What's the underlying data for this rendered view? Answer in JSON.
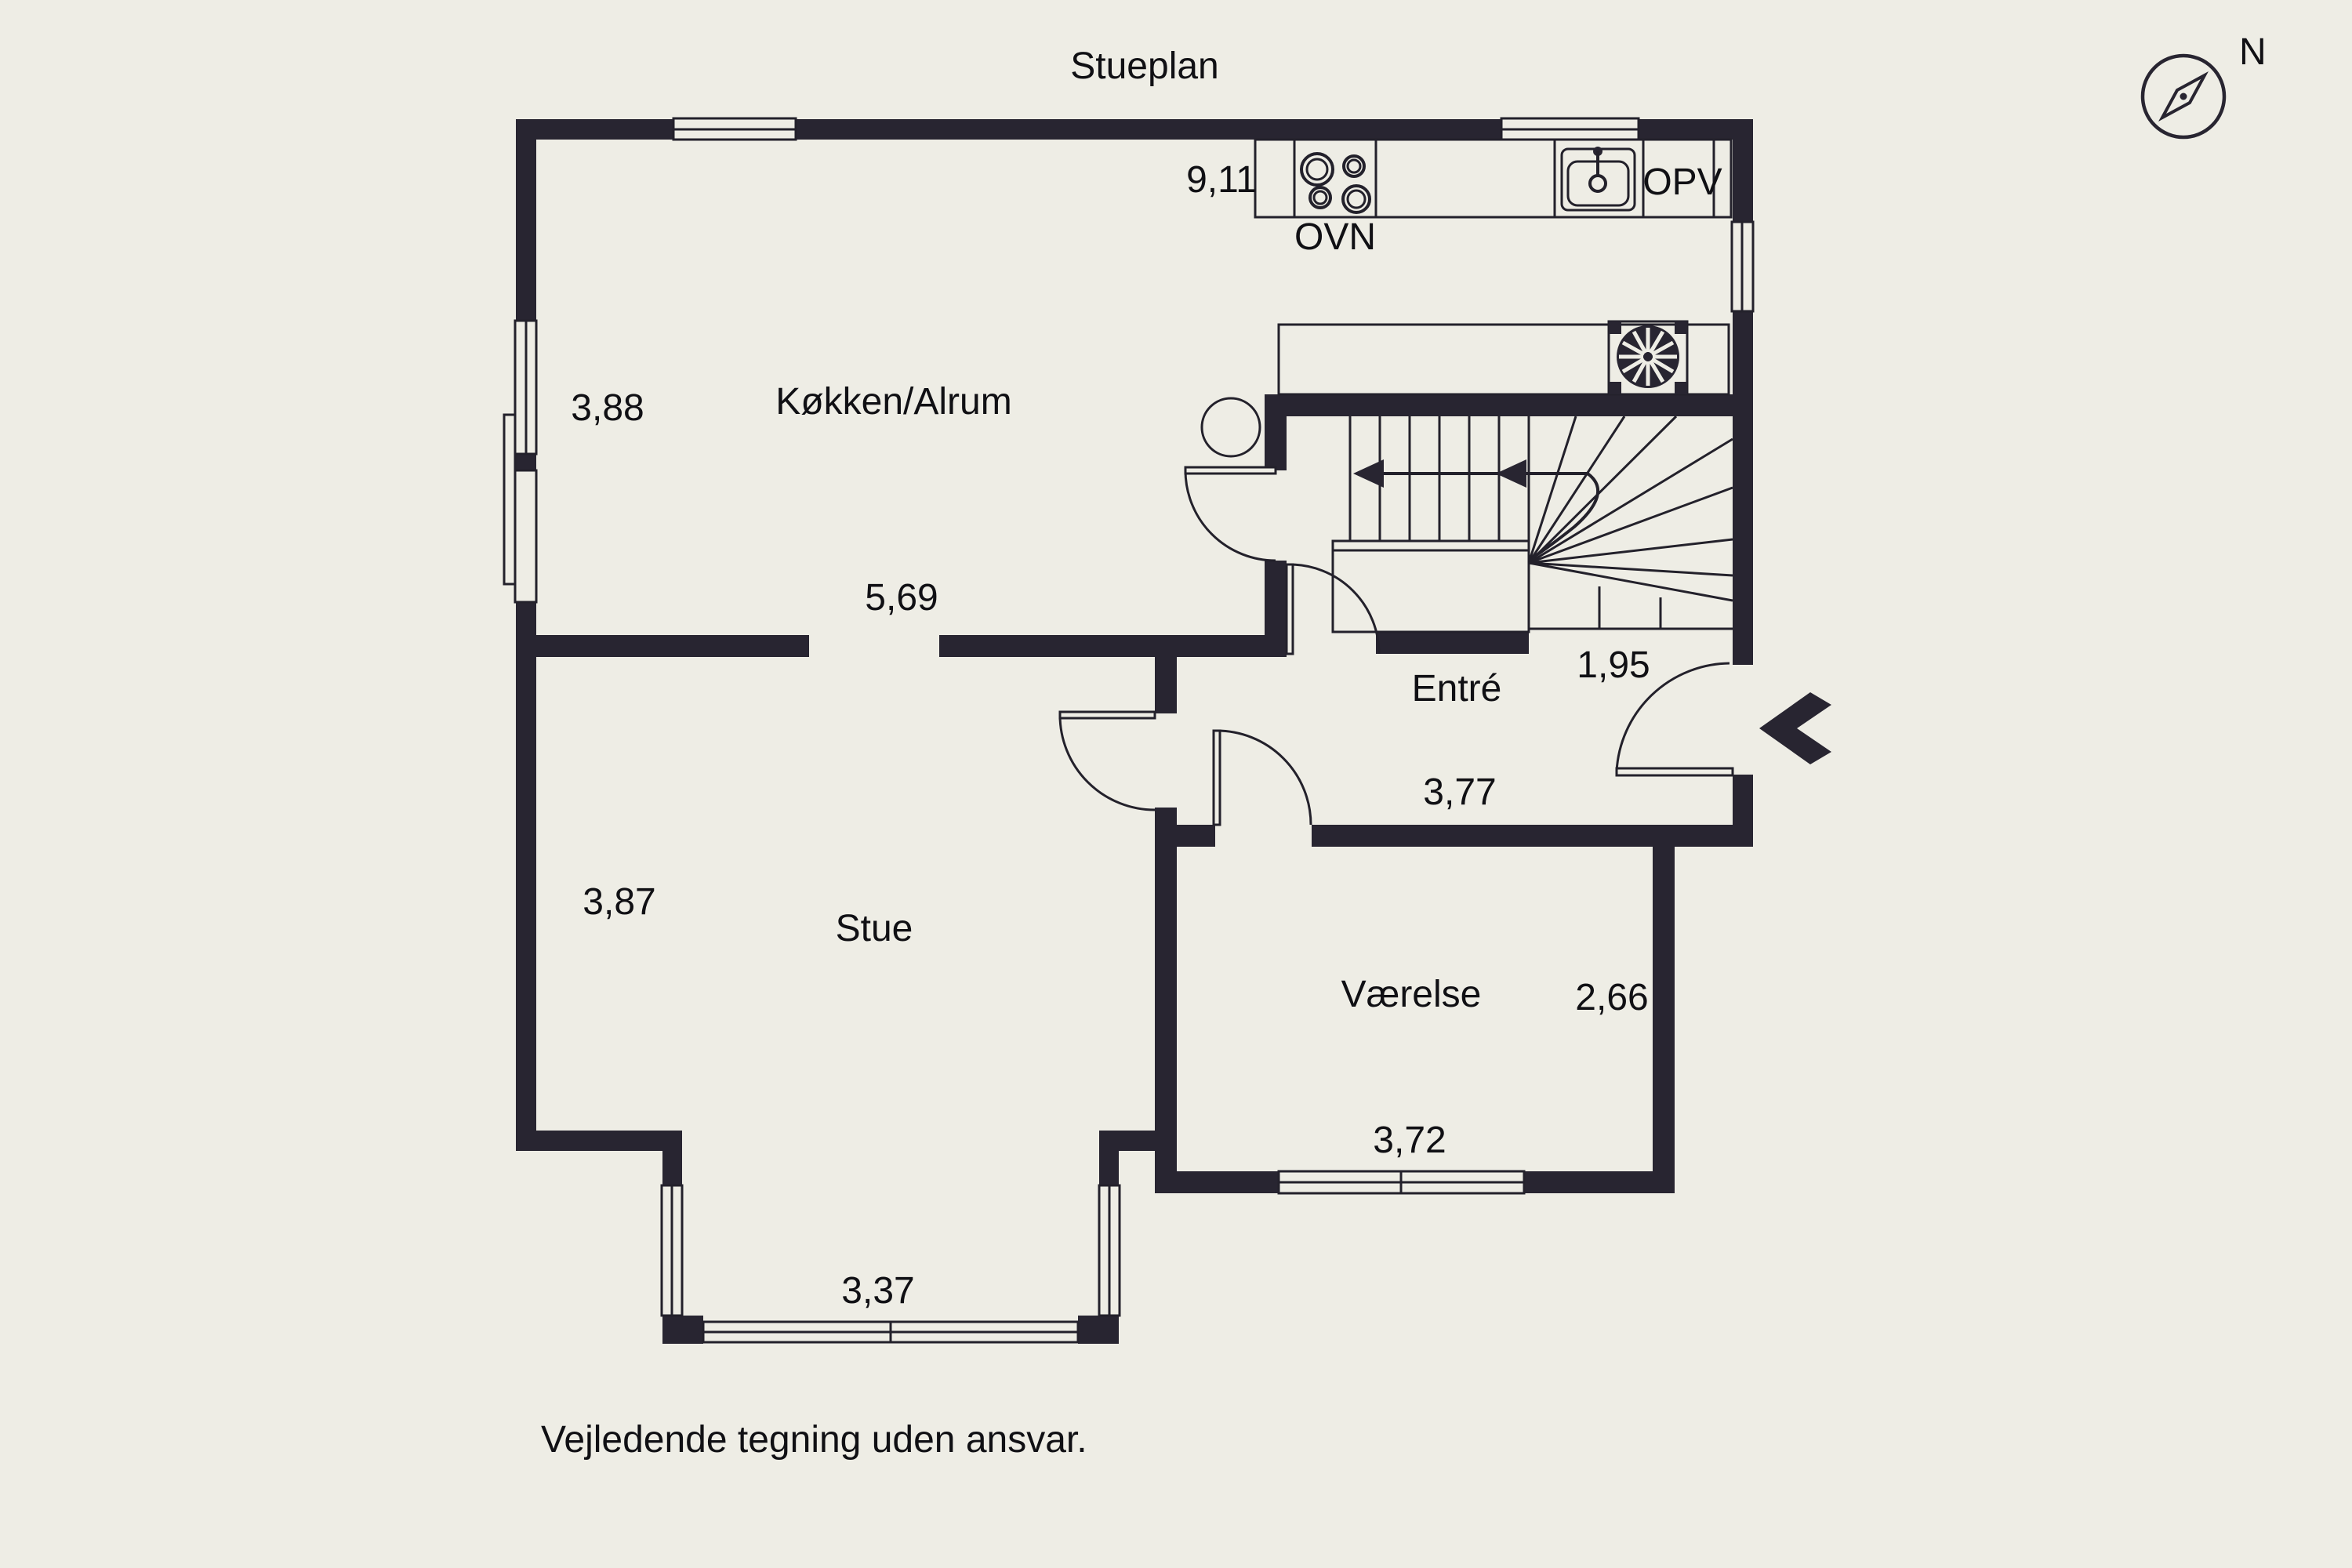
{
  "title": "Stueplan",
  "disclaimer": "Vejledende tegning uden ansvar.",
  "compass": {
    "label": "N"
  },
  "colors": {
    "background": "#EEEDE5",
    "wall": "#282531",
    "line": "#23212B",
    "text": "#101014"
  },
  "rooms": [
    {
      "id": "kitchen",
      "label": "Køkken/Alrum"
    },
    {
      "id": "living-room",
      "label": "Stue"
    },
    {
      "id": "entrance-hall",
      "label": "Entré"
    },
    {
      "id": "room",
      "label": "Værelse"
    }
  ],
  "fixtures": {
    "oven_label": "OVN",
    "dishwasher_label": "OPV"
  },
  "measurements": [
    {
      "id": "kitchen-width",
      "value": "9,11"
    },
    {
      "id": "kitchen-depth",
      "value": "3,88"
    },
    {
      "id": "kitchen-opening-width",
      "value": "5,69"
    },
    {
      "id": "stair-width",
      "value": "1,95"
    },
    {
      "id": "entrance-width",
      "value": "3,77"
    },
    {
      "id": "living-room-depth",
      "value": "3,87"
    },
    {
      "id": "room-depth",
      "value": "2,66"
    },
    {
      "id": "room-width",
      "value": "3,72"
    },
    {
      "id": "living-room-bay-width",
      "value": "3,37"
    }
  ]
}
